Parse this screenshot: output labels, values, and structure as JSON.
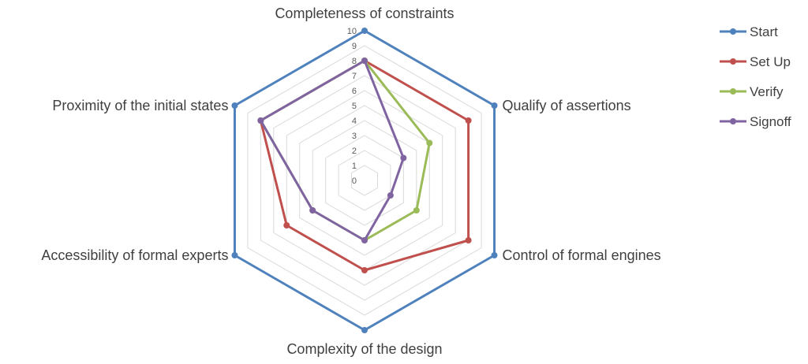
{
  "chart_data": {
    "type": "radar",
    "title": "",
    "axes": [
      "Completeness of constraints",
      "Qualify of assertions",
      "Control of formal engines",
      "Complexity of the design",
      "Accessibility of formal experts",
      "Proximity of the initial states"
    ],
    "range": [
      0,
      10
    ],
    "ticks": [
      0,
      1,
      2,
      3,
      4,
      5,
      6,
      7,
      8,
      9,
      10
    ],
    "grid": true,
    "legend_position": "right",
    "series": [
      {
        "name": "Start",
        "color": "#4f81bd",
        "values": [
          10,
          10,
          10,
          10,
          10,
          10
        ]
      },
      {
        "name": "Set Up",
        "color": "#c0504d",
        "values": [
          8,
          8,
          8,
          6,
          6,
          8
        ]
      },
      {
        "name": "Verify",
        "color": "#9bbb59",
        "values": [
          8,
          5,
          4,
          4,
          4,
          8
        ]
      },
      {
        "name": "Signoff",
        "color": "#8064a2",
        "values": [
          8,
          3,
          2,
          4,
          4,
          8
        ]
      }
    ]
  }
}
